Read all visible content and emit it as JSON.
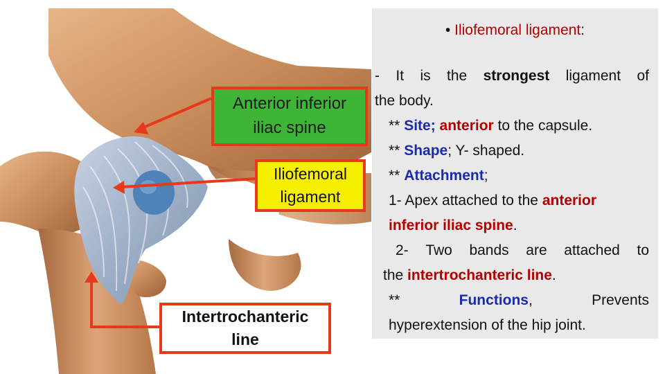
{
  "labels": {
    "aiis": [
      "Anterior inferior",
      "iliac spine"
    ],
    "ligament": [
      "Iliofemoral",
      "ligament"
    ],
    "intertrochanteric": [
      "Intertrochanteric",
      "line"
    ]
  },
  "panel": {
    "title": {
      "bullet": "•",
      "text": "Iliofemoral ligament",
      "colon": ":"
    },
    "l1": {
      "a": "-",
      "b": "It",
      "c": "is",
      "d": "the",
      "e": "strongest",
      "f": "ligament",
      "g": "of"
    },
    "l2": "the body.",
    "l3": {
      "prefix": "** ",
      "site": "Site;",
      "space": " ",
      "anterior": "anterior",
      "rest": " to the capsule."
    },
    "l4": {
      "prefix": "** ",
      "shape": "Shape",
      "rest": "; Y- shaped."
    },
    "l5": {
      "prefix": "** ",
      "attachment": "Attachment",
      "rest": ";"
    },
    "l6": {
      "prefix": "1- Apex attached to the ",
      "anterior": "anterior"
    },
    "l7": {
      "iliac": "inferior iliac spine",
      "dot": "."
    },
    "l8": {
      "a": "2-",
      "b": "Two",
      "c": "bands",
      "d": "are",
      "e": "attached",
      "f": "to"
    },
    "l9": {
      "prefix": "the ",
      "line": "intertrochanteric line",
      "dot": "."
    },
    "l10": {
      "a": "**",
      "b": "Functions",
      "comma": ",",
      "c": "Prevents"
    },
    "l11": "hyperextension of the hip joint."
  },
  "colors": {
    "arrow": "#e8381a",
    "aiis_box": "#3fb537",
    "ligament_box": "#f6f000",
    "emphasis_blue": "#1a2bb0",
    "emphasis_red": "#b40000",
    "panel_bg": "#e9e9e9"
  }
}
